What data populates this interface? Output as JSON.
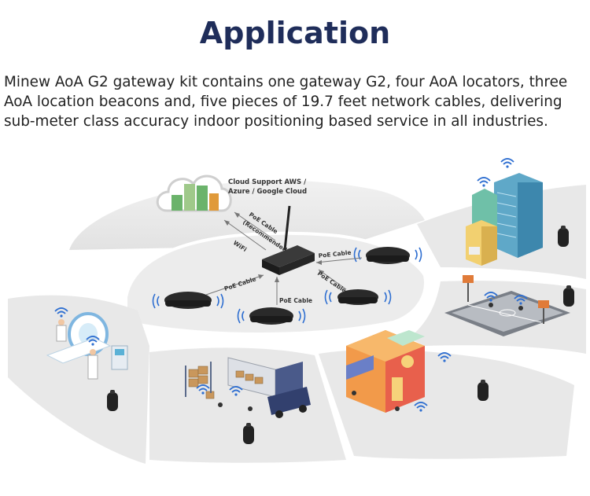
{
  "page": {
    "title": "Application",
    "description": "Minew AoA G2 gateway kit contains one gateway G2, four AoA locators, three AoA location beacons and, five pieces of 19.7 feet network cables, delivering sub-meter class accuracy indoor positioning based service in all industries."
  },
  "diagram": {
    "cloud_label_line1": "Cloud Support AWS /",
    "cloud_label_line2": "Azure / Google Cloud",
    "poe_recommended_line1": "PoE Cable",
    "poe_recommended_line2": "(Recommended)",
    "wifi_label": "WiFi",
    "poe_label": "PoE Cable",
    "palette": {
      "segment": "#e9e9e9",
      "segment_edge": "#cfcfcf",
      "device": "#2a2a2a",
      "wave": "#2f6fd1",
      "title": "#1f2d5a"
    }
  }
}
